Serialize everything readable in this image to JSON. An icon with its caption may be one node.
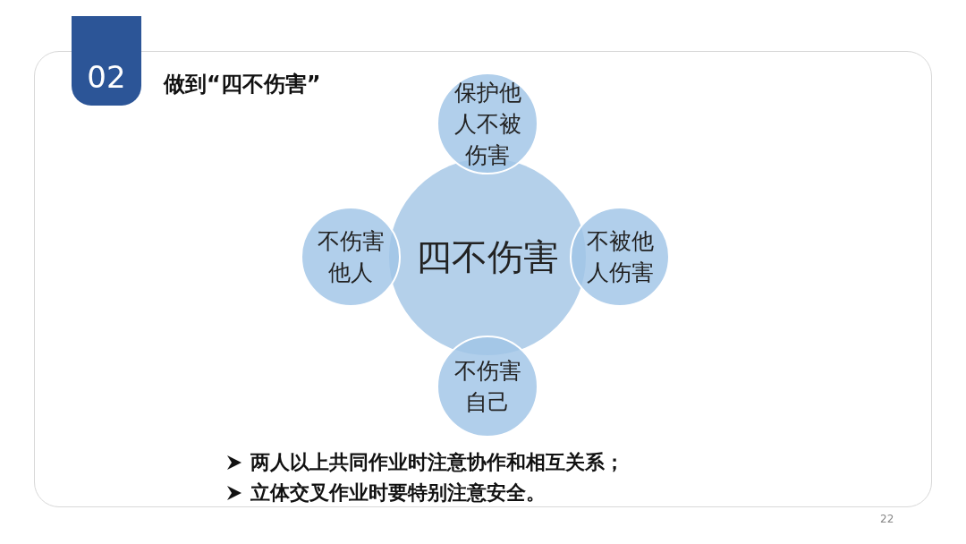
{
  "diagram": {
    "title": "做到“四不伤害”",
    "nodes": [
      {
        "text": [
          "02"
        ]
      },
      {
        "text": [
          "保护他人不被伤害"
        ]
      },
      {
        "text": [
          "不伤害他人"
        ]
      },
      {
        "text": [
          "四不伤害"
        ]
      },
      {
        "text": [
          "不被他人伤害"
        ]
      },
      {
        "text": [
          "不伤害自己"
        ]
      }
    ],
    "labels": [
      "两人以上共同作业时注意协作和相互关系；",
      "立体交叉作业时要特别注意安全。",
      "22"
    ]
  }
}
